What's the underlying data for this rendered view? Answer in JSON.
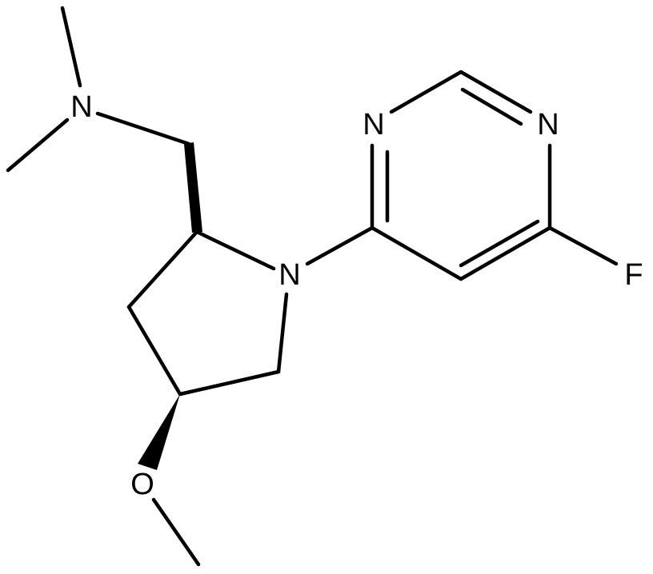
{
  "diagram": {
    "type": "chemical-structure",
    "background": "#ffffff",
    "ink": "#000000",
    "atoms": {
      "N_dimethyl": "N",
      "N_pyrrolidine": "N",
      "N_pyrimidine_left": "N",
      "N_pyrimidine_right": "N",
      "F": "F",
      "O": "O"
    }
  }
}
